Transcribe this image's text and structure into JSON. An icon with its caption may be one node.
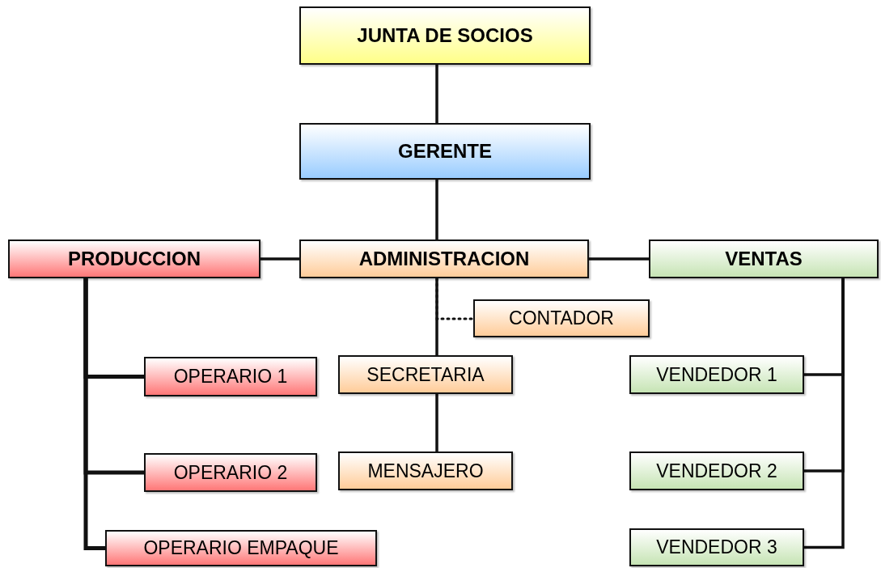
{
  "diagram": {
    "nodes": [
      {
        "text": [
          "JUNTA DE SOCIOS"
        ]
      },
      {
        "text": [
          "GERENTE"
        ]
      },
      {
        "text": [
          "PRODUCCION"
        ]
      },
      {
        "text": [
          "ADMINISTRACION"
        ]
      },
      {
        "text": [
          "VENTAS"
        ]
      },
      {
        "text": [
          "CONTADOR"
        ]
      },
      {
        "text": [
          "OPERARIO 1"
        ]
      },
      {
        "text": [
          "SECRETARIA"
        ]
      },
      {
        "text": [
          "VENDEDOR 1"
        ]
      },
      {
        "text": [
          "OPERARIO 2"
        ]
      },
      {
        "text": [
          "MENSAJERO"
        ]
      },
      {
        "text": [
          "VENDEDOR 2"
        ]
      },
      {
        "text": [
          "OPERARIO EMPAQUE"
        ]
      },
      {
        "text": [
          "VENDEDOR 3"
        ]
      }
    ],
    "edges": [
      {
        "from": 0,
        "to": 1,
        "arrow": "none"
      },
      {
        "from": 1,
        "to": 3,
        "arrow": "none"
      },
      {
        "from": 3,
        "to": 2,
        "arrow": "none"
      },
      {
        "from": 3,
        "to": 4,
        "arrow": "none"
      },
      {
        "from": 3,
        "to": 5,
        "arrow": "none",
        "style": "dashed"
      },
      {
        "from": 3,
        "to": 7,
        "arrow": "none"
      },
      {
        "from": 7,
        "to": 10,
        "arrow": "none"
      },
      {
        "from": 2,
        "to": 6,
        "arrow": "none"
      },
      {
        "from": 2,
        "to": 9,
        "arrow": "none"
      },
      {
        "from": 2,
        "to": 12,
        "arrow": "none"
      },
      {
        "from": 4,
        "to": 8,
        "arrow": "none"
      },
      {
        "from": 4,
        "to": 11,
        "arrow": "none"
      },
      {
        "from": 4,
        "to": 13,
        "arrow": "none"
      }
    ]
  }
}
